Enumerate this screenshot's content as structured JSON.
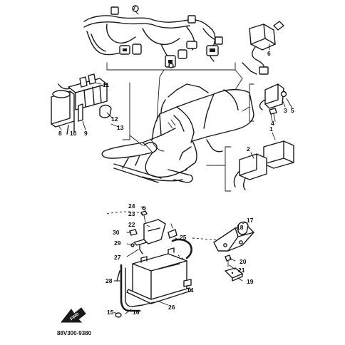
{
  "diagram": {
    "part_code": "88V300-9380",
    "front_marker": "FWD",
    "callouts": [
      "1",
      "2",
      "3",
      "4",
      "5",
      "6",
      "7",
      "8",
      "9",
      "10",
      "11",
      "12",
      "13",
      "14",
      "15",
      "16",
      "17",
      "18",
      "19",
      "20",
      "21",
      "22",
      "23",
      "24",
      "25",
      "26",
      "27",
      "28",
      "29",
      "30"
    ]
  }
}
